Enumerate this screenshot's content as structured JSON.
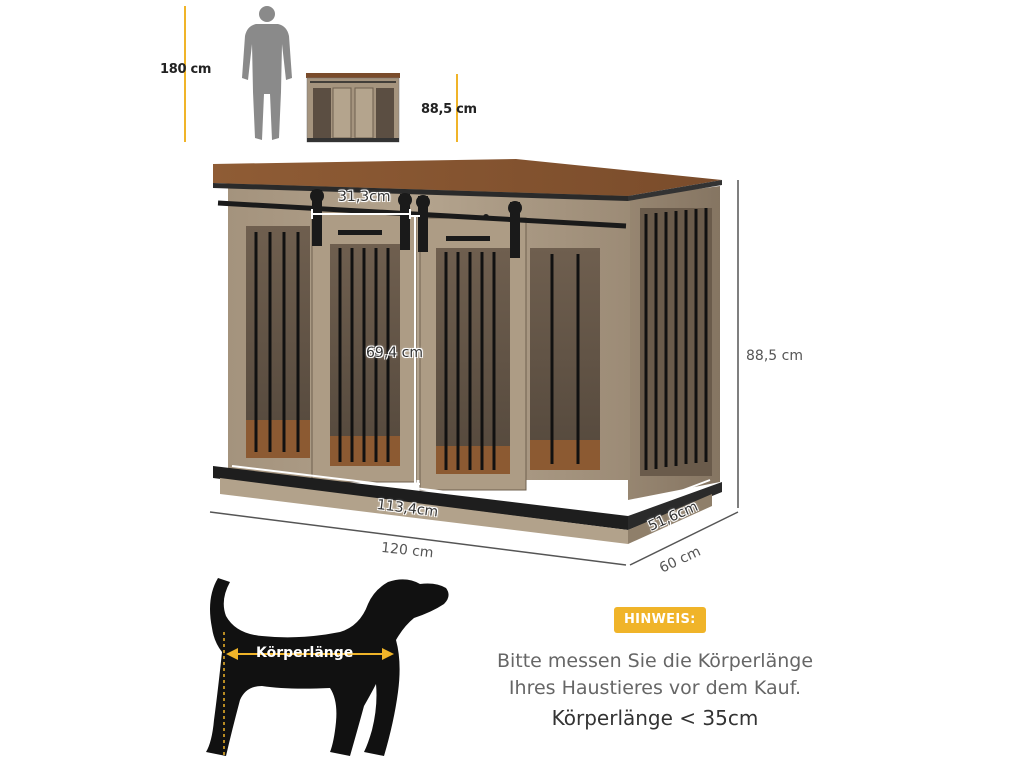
{
  "reference": {
    "person_height_label": "180 cm",
    "mini_furniture_height_label": "88,5 cm"
  },
  "dimensions": {
    "compartment_width": "31,3cm",
    "door_height": "69,4 cm",
    "inner_width": "113,4cm",
    "inner_depth": "51,6cm",
    "outer_height": "88,5 cm",
    "outer_width": "120 cm",
    "outer_depth": "60 cm"
  },
  "dog": {
    "body_length_label": "Körperlänge"
  },
  "note": {
    "badge": "HINWEIS:",
    "line1": "Bitte messen Sie die Körperlänge",
    "line2": "Ihres Haustieres vor dem Kauf.",
    "limit": "Körperlänge < 35cm"
  },
  "colors": {
    "accent": "#f0b429",
    "wood": "#a08f7a",
    "top_board": "#8a5a36",
    "metal": "#1e1e1e",
    "silhouette": "#888888"
  }
}
